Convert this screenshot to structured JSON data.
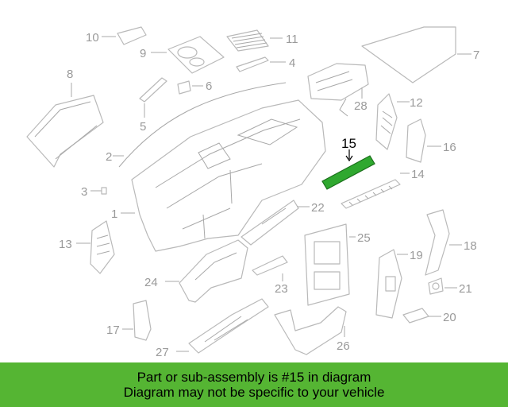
{
  "diagram": {
    "highlight_color": "#2fa82f",
    "callouts": [
      "1",
      "2",
      "3",
      "4",
      "5",
      "6",
      "7",
      "8",
      "9",
      "10",
      "11",
      "12",
      "13",
      "14",
      "15",
      "16",
      "17",
      "18",
      "19",
      "20",
      "21",
      "22",
      "23",
      "24",
      "25",
      "26",
      "27",
      "28"
    ],
    "highlighted_callout": "15"
  },
  "banner": {
    "line1": "Part or sub-assembly is #15 in diagram",
    "line2": "Diagram may not be specific to your vehicle",
    "background": "#55b533"
  }
}
